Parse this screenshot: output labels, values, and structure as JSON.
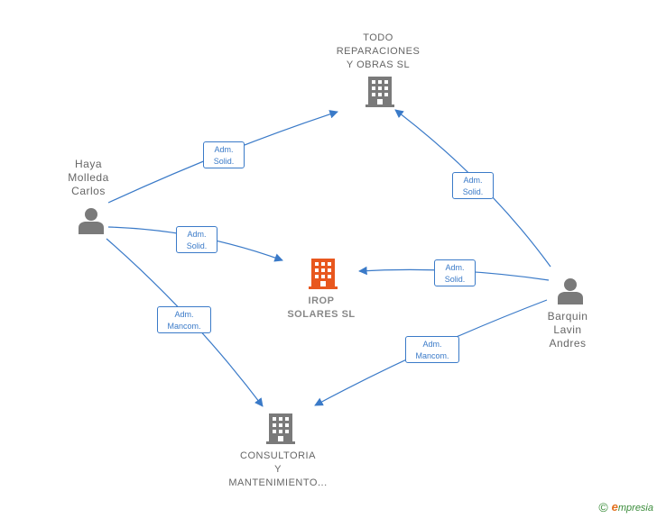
{
  "colors": {
    "edge": "#3a7ac8",
    "icon_gray": "#7a7a7a",
    "icon_main": "#e8571e",
    "label": "#666666"
  },
  "nodes": {
    "todo": {
      "lines": [
        "TODO",
        "REPARACIONES",
        "Y OBRAS  SL"
      ],
      "icon": "building-icon"
    },
    "haya": {
      "lines": [
        "Haya",
        "Molleda",
        "Carlos"
      ],
      "icon": "person-icon"
    },
    "irop": {
      "lines": [
        "IROP",
        "SOLARES  SL"
      ],
      "icon": "building-icon"
    },
    "barquin": {
      "lines": [
        "Barquin",
        "Lavin",
        "Andres"
      ],
      "icon": "person-icon"
    },
    "consultoria": {
      "lines": [
        "CONSULTORIA",
        "Y",
        "MANTENIMIENTO..."
      ],
      "icon": "building-icon"
    }
  },
  "edges": {
    "haya_todo": [
      "Adm.",
      "Solid."
    ],
    "haya_irop": [
      "Adm.",
      "Solid."
    ],
    "haya_consultoria": [
      "Adm.",
      "Mancom."
    ],
    "barquin_todo": [
      "Adm.",
      "Solid."
    ],
    "barquin_irop": [
      "Adm.",
      "Solid."
    ],
    "barquin_consultoria": [
      "Adm.",
      "Mancom."
    ]
  },
  "brand": {
    "copyright": "©",
    "e": "e",
    "rest": "mpresia"
  }
}
